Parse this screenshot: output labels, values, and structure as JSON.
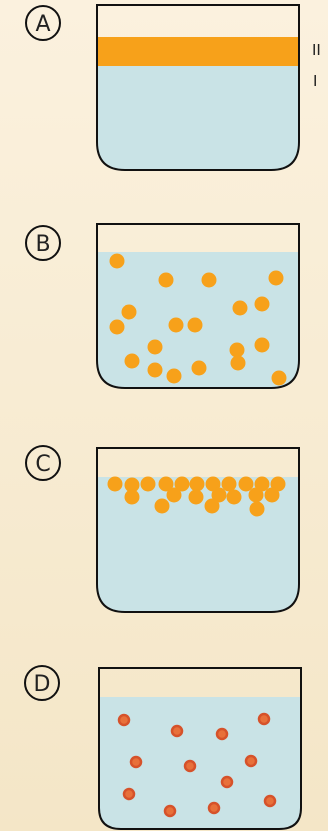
{
  "panels": [
    {
      "letter": "A",
      "layer_labels": [
        "II",
        "I"
      ]
    },
    {
      "letter": "B"
    },
    {
      "letter": "C"
    },
    {
      "letter": "D"
    }
  ],
  "colors": {
    "background_top": "#fbf1de",
    "background_bottom": "#f4e6c7",
    "water": "#c9e3e6",
    "oil_layer": "#f7a11a",
    "droplet": "#f7a11a",
    "droplet_small": "#e8703a",
    "droplet_small_core": "#d6522a",
    "outline": "#111111"
  }
}
